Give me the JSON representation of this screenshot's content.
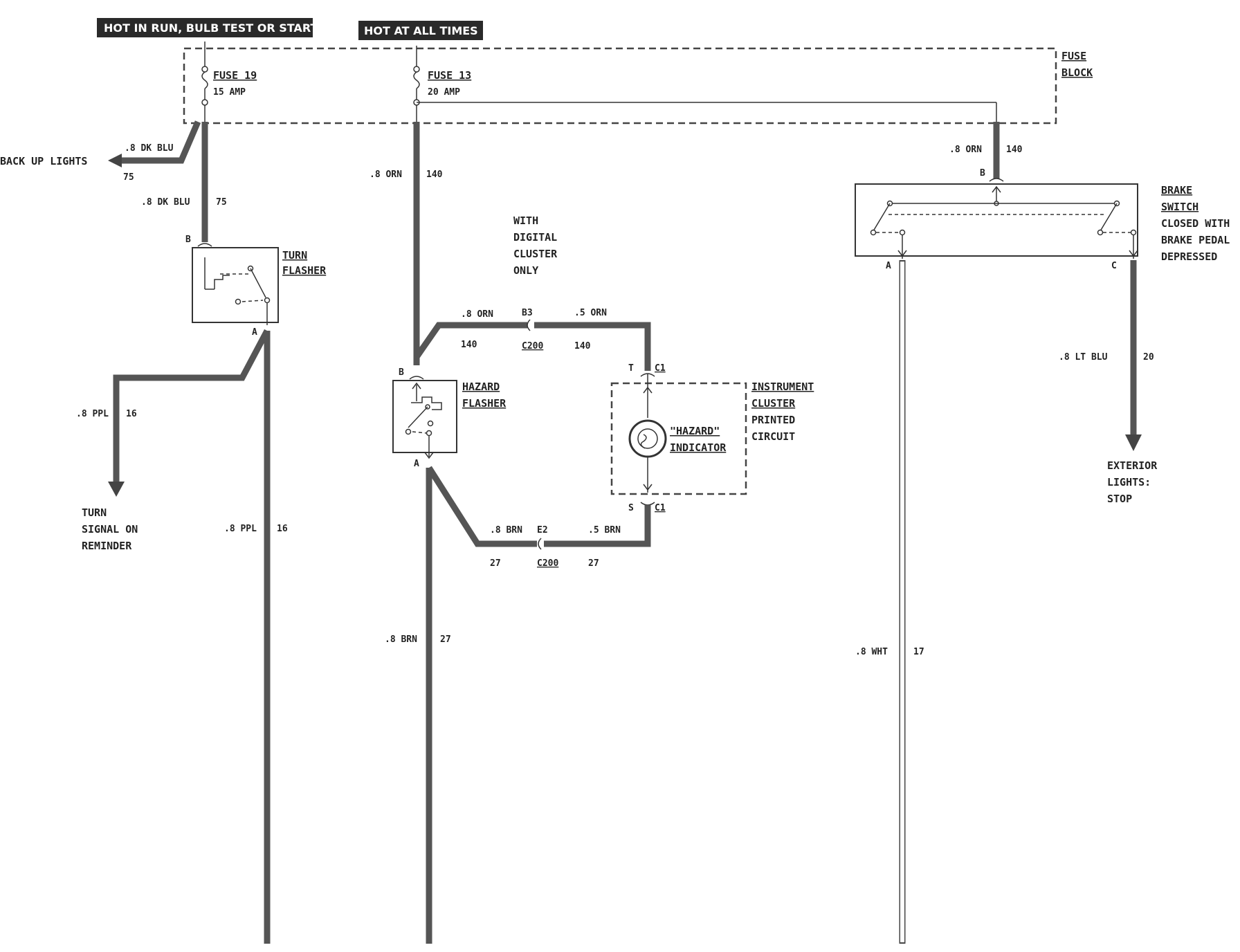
{
  "banners": {
    "run": "HOT IN RUN, BULB TEST OR START",
    "all_times": "HOT AT ALL TIMES"
  },
  "fuse_block": {
    "line1": "FUSE",
    "line2": "BLOCK"
  },
  "fuse19": {
    "name": "FUSE 19",
    "rating": "15 AMP"
  },
  "fuse13": {
    "name": "FUSE 13",
    "rating": "20 AMP"
  },
  "backup": {
    "label": "BACK UP LIGHTS",
    "wire_color": ".8 DK BLU",
    "circuit": "75"
  },
  "wire_75": {
    "color": ".8 DK BLU",
    "circuit": "75"
  },
  "wire_140_main": {
    "color": ".8 ORN",
    "circuit": "140"
  },
  "wire_140_brake": {
    "color": ".8 ORN",
    "circuit": "140"
  },
  "turn_flasher": {
    "line1": "TURN",
    "line2": "FLASHER",
    "term_b": "B",
    "term_a": "A"
  },
  "turn_reminder": {
    "wire_color": ".8 PPL",
    "circuit": "16",
    "line1": "TURN",
    "line2": "SIGNAL ON",
    "line3": "REMINDER"
  },
  "ppl_main": {
    "color": ".8 PPL",
    "circuit": "16"
  },
  "digital_note": {
    "line1": "WITH",
    "line2": "DIGITAL",
    "line3": "CLUSTER",
    "line4": "ONLY"
  },
  "c200_top": {
    "left_color": ".8 ORN",
    "left_circuit": "140",
    "pin": "B3",
    "connector": "C200",
    "right_color": ".5 ORN",
    "right_circuit": "140"
  },
  "hazard_flasher": {
    "line1": "HAZARD",
    "line2": "FLASHER",
    "term_b": "B",
    "term_a": "A"
  },
  "cluster": {
    "line1": "INSTRUMENT",
    "line2": "CLUSTER",
    "line3": "PRINTED",
    "line4": "CIRCUIT",
    "indicator1": "\"HAZARD\"",
    "indicator2": "INDICATOR",
    "term_t": "T",
    "conn_t": "C1",
    "term_s": "S",
    "conn_s": "C1"
  },
  "c200_bottom": {
    "left_color": ".8 BRN",
    "left_circuit": "27",
    "pin": "E2",
    "connector": "C200",
    "right_color": ".5 BRN",
    "right_circuit": "27"
  },
  "brn_main": {
    "color": ".8 BRN",
    "circuit": "27"
  },
  "brake_switch": {
    "line1": "BRAKE",
    "line2": "SWITCH",
    "line3": "CLOSED WITH",
    "line4": "BRAKE PEDAL",
    "line5": "DEPRESSED",
    "term_b": "B",
    "term_a": "A",
    "term_c": "C"
  },
  "stop_lights": {
    "wire_color": ".8 LT BLU",
    "circuit": "20",
    "line1": "EXTERIOR",
    "line2": "LIGHTS:",
    "line3": "STOP"
  },
  "wht_main": {
    "color": ".8 WHT",
    "circuit": "17"
  }
}
